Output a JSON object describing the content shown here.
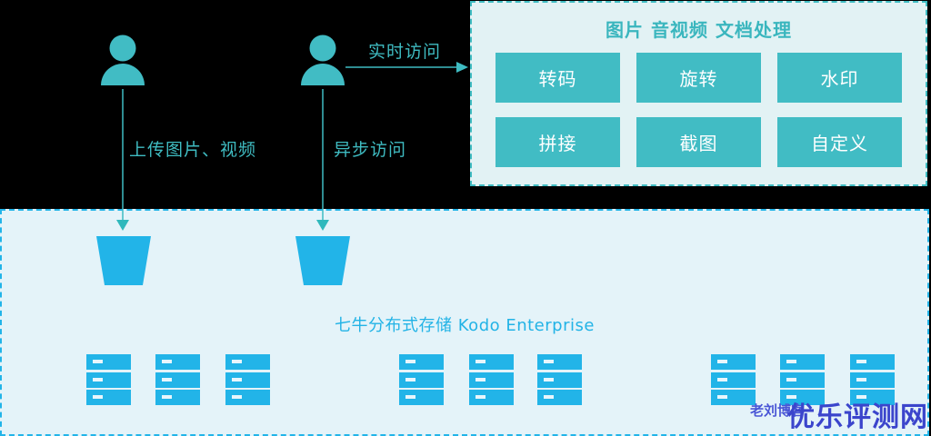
{
  "processing": {
    "title": "图片 音视频 文档处理",
    "buttons": [
      {
        "label": "转码"
      },
      {
        "label": "旋转"
      },
      {
        "label": "水印"
      },
      {
        "label": "拼接"
      },
      {
        "label": "截图"
      },
      {
        "label": "自定义"
      }
    ]
  },
  "users": [
    {
      "icon": "user-icon",
      "edge_label": "上传图片、视频"
    },
    {
      "icon": "user-icon",
      "edge_label": "异步访问",
      "side_label": "实时访问"
    }
  ],
  "storage": {
    "title": "七牛分布式存储 Kodo Enterprise",
    "bucket_icon": "bucket-icon",
    "server_groups": 3,
    "servers_per_group": 3
  },
  "colors": {
    "teal": "#41bcc4",
    "blue": "#22b4e8",
    "background": "#000000",
    "panel_teal_bg": "#e2f2f4",
    "panel_blue_bg": "#e4f3f9"
  },
  "watermark": {
    "small": "老刘博客",
    "big": "优乐评测网"
  }
}
